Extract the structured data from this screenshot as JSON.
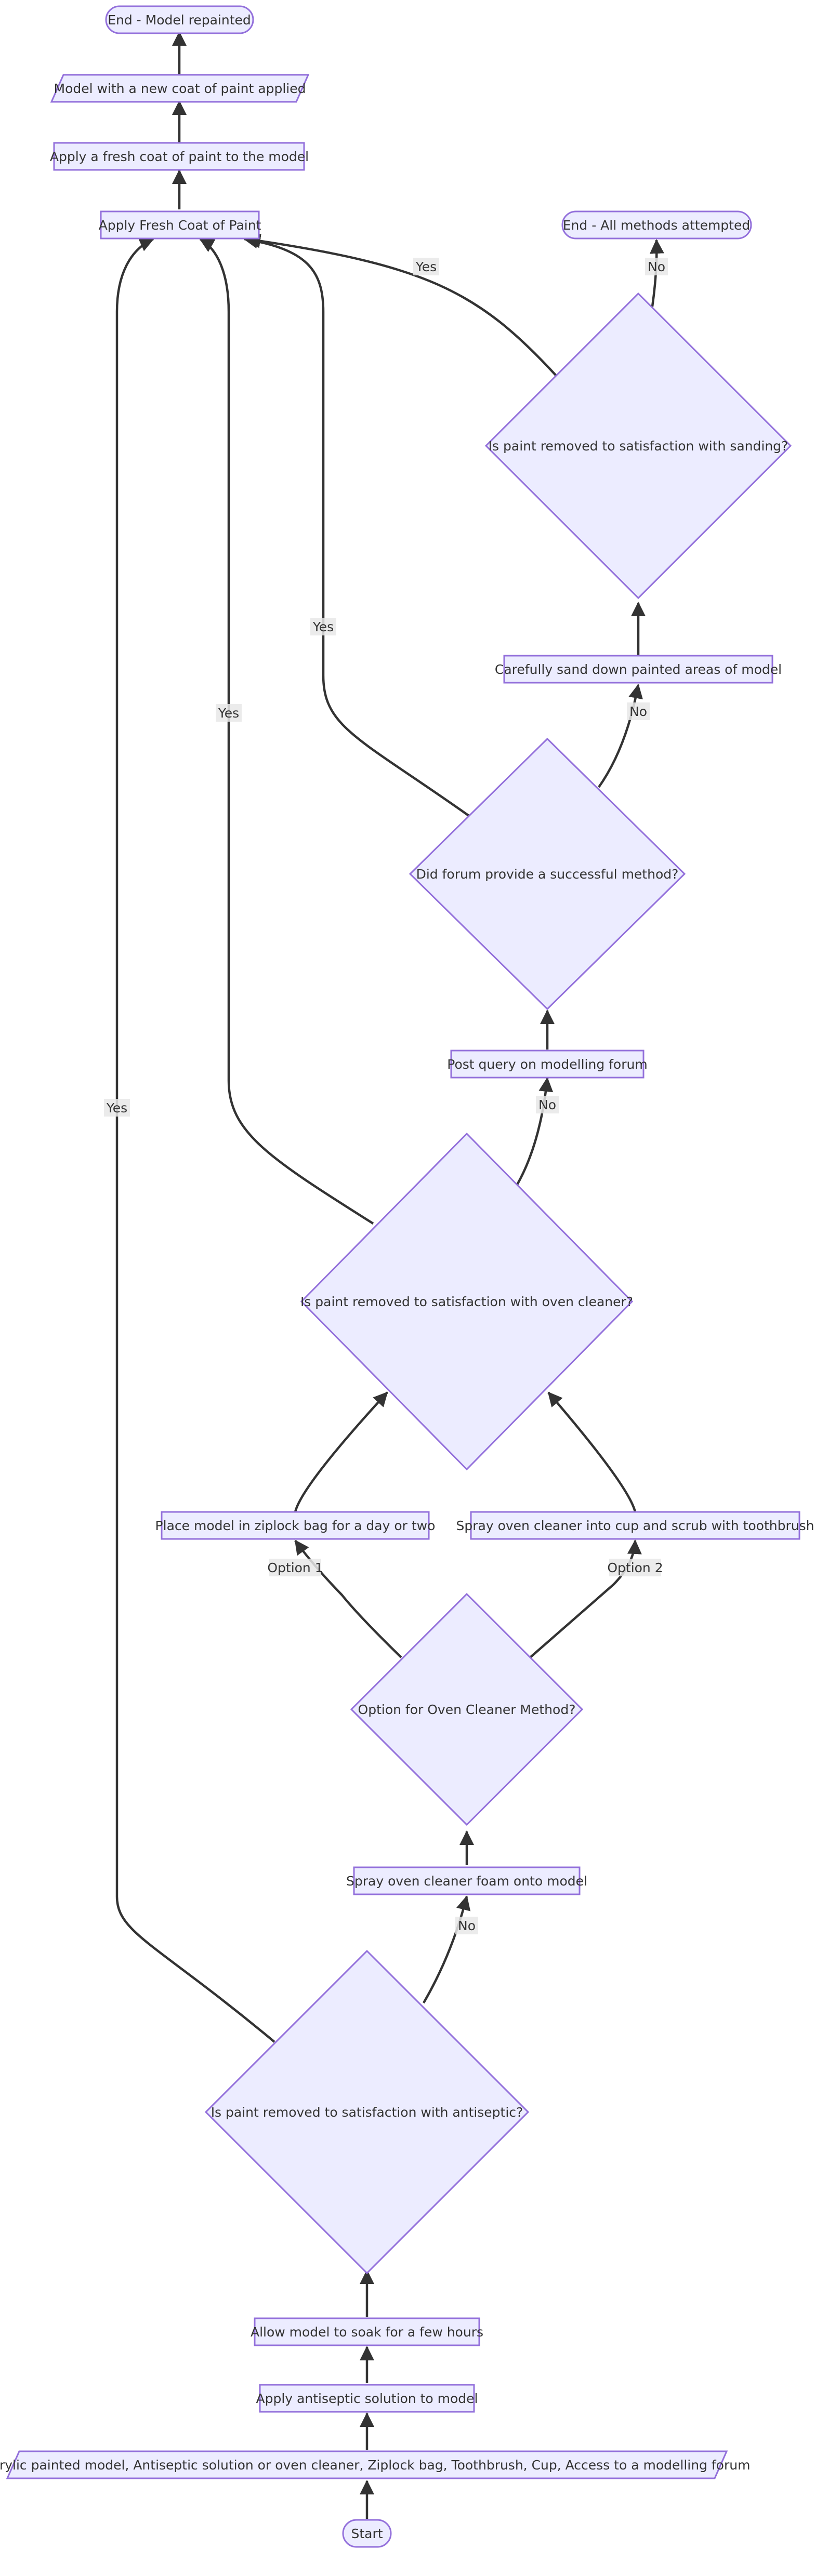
{
  "colors": {
    "node_fill": "#ececff",
    "node_stroke": "#9370db",
    "edge": "#333333",
    "edge_label_bg": "#e8e8e8",
    "text": "#333333"
  },
  "nodes": {
    "start": "Start",
    "materials": "Acrylic painted model, Antiseptic solution or oven cleaner, Ziplock bag, Toothbrush, Cup, Access to a modelling forum",
    "apply_antiseptic": "Apply antiseptic solution to model",
    "soak": "Allow model to soak for a few hours",
    "q_antiseptic": "Is paint removed to satisfaction with antiseptic?",
    "spray_foam": "Spray oven cleaner foam onto model",
    "q_option": "Option for Oven Cleaner Method?",
    "ziplock": "Place model in ziplock bag for a day or two",
    "cup_scrub": "Spray oven cleaner into cup and scrub with toothbrush",
    "q_oven": "Is paint removed to satisfaction with oven cleaner?",
    "forum_post": "Post query on modelling forum",
    "q_forum": "Did forum provide a successful method?",
    "sand": "Carefully sand down painted areas of model",
    "q_sand": "Is paint removed to satisfaction with sanding?",
    "end_all": "End - All methods attempted",
    "fresh_paint": "Apply Fresh Coat of Paint",
    "apply_coat": "Apply a fresh coat of paint to the model",
    "coat_applied": "Model with a new coat of paint applied",
    "end_repainted": "End - Model repainted"
  },
  "edge_labels": {
    "antiseptic_yes": "Yes",
    "antiseptic_no": "No",
    "option_1": "Option 1",
    "option_2": "Option 2",
    "oven_yes": "Yes",
    "oven_no": "No",
    "forum_yes": "Yes",
    "forum_no": "No",
    "sand_yes": "Yes",
    "sand_no": "No"
  }
}
